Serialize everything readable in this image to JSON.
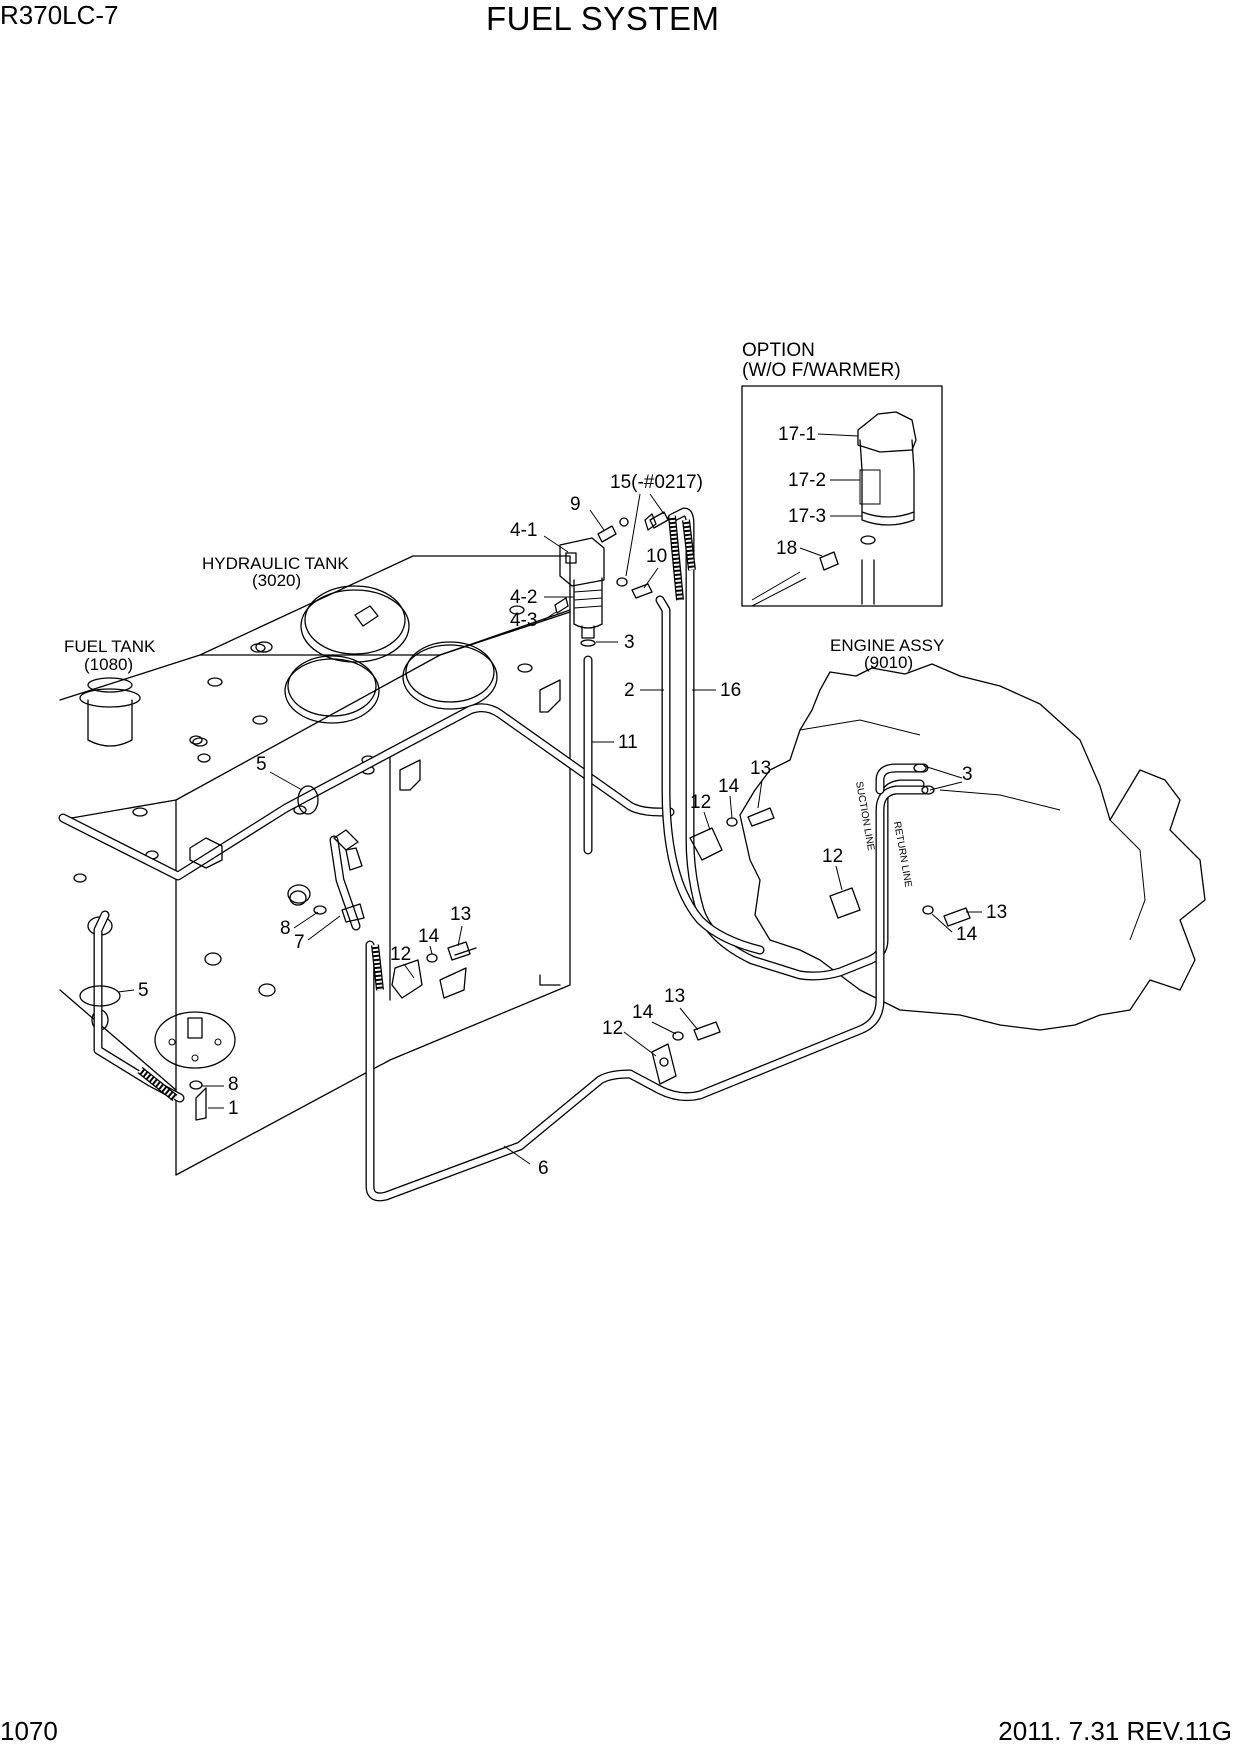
{
  "header": {
    "model": "R370LC-7",
    "title": "FUEL SYSTEM"
  },
  "footer": {
    "page_number": "1070",
    "revision": "2011. 7.31  REV.11G"
  },
  "assembly_refs": {
    "fuel_tank": {
      "name": "FUEL TANK",
      "code": "(1080)"
    },
    "hydraulic_tank": {
      "name": "HYDRAULIC TANK",
      "code": "(3020)"
    },
    "engine_assy": {
      "name": "ENGINE ASSY",
      "code": "(9010)"
    }
  },
  "option_box": {
    "title": "OPTION",
    "subtitle": "(W/O F/WARMER)"
  },
  "line_labels": {
    "suction": "SUCTION LINE",
    "return": "RETURN LINE"
  },
  "callouts": {
    "c_1": "1",
    "c_2": "2",
    "c_3a": "3",
    "c_3b": "3",
    "c_4_1": "4-1",
    "c_4_2": "4-2",
    "c_4_3": "4-3",
    "c_5a": "5",
    "c_5b": "5",
    "c_6": "6",
    "c_7": "7",
    "c_8a": "8",
    "c_8b": "8",
    "c_9": "9",
    "c_10": "10",
    "c_11": "11",
    "c_12a": "12",
    "c_12b": "12",
    "c_12c": "12",
    "c_12d": "12",
    "c_13a": "13",
    "c_13b": "13",
    "c_13c": "13",
    "c_13d": "13",
    "c_14a": "14",
    "c_14b": "14",
    "c_14c": "14",
    "c_14d": "14",
    "c_15": "15(-#0217)",
    "c_16": "16",
    "c_17_1": "17-1",
    "c_17_2": "17-2",
    "c_17_3": "17-3",
    "c_18": "18"
  }
}
